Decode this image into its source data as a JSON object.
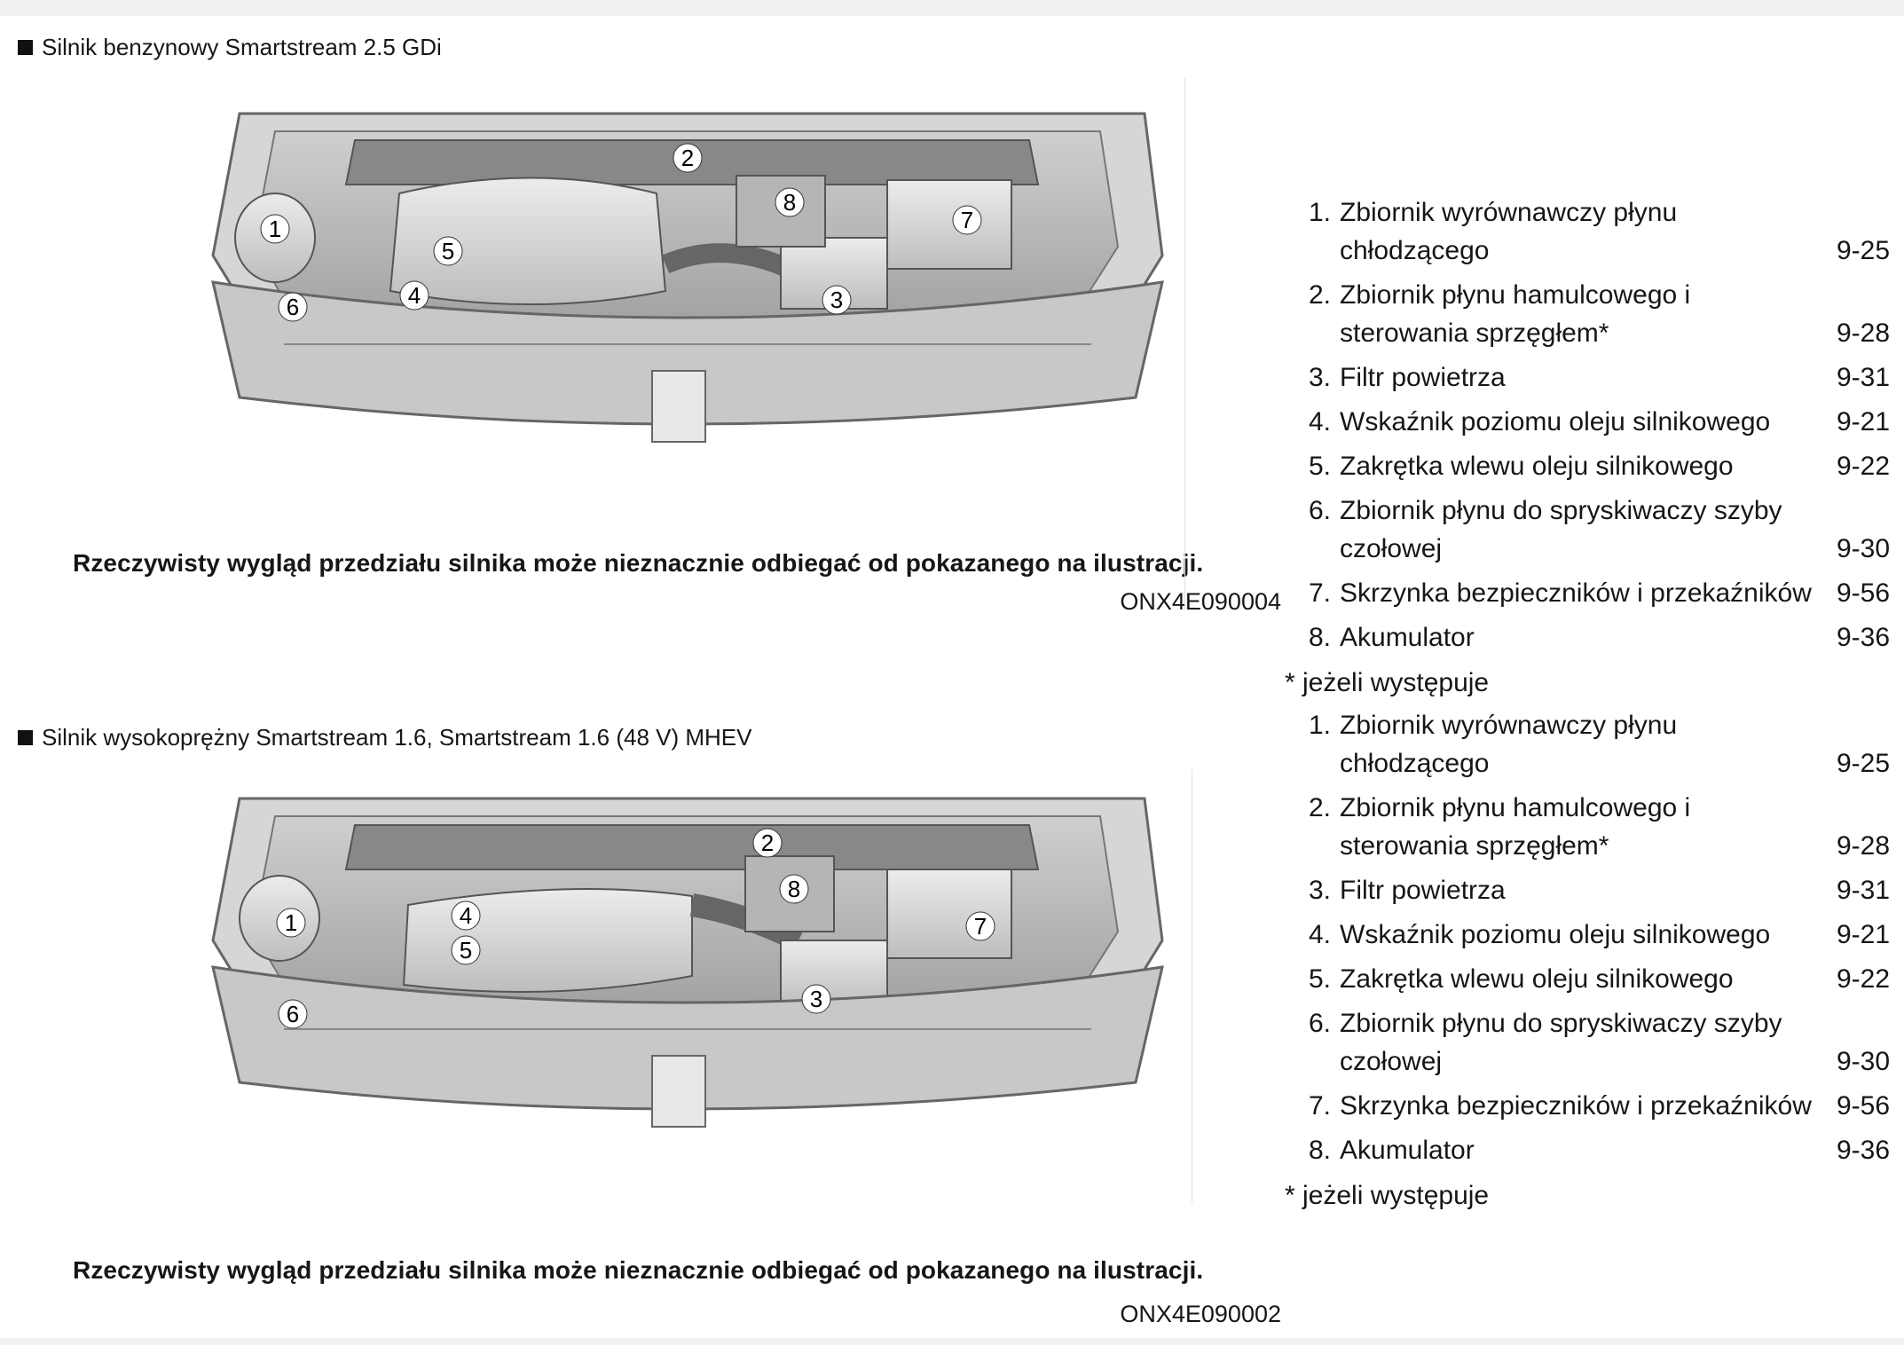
{
  "sections": [
    {
      "heading": "Silnik benzynowy Smartstream 2.5 GDi",
      "caption": "Rzeczywisty wygląd przedziału silnika może nieznacznie odbiegać od pokazanego na ilustracji.",
      "code": "ONX4E090004",
      "callouts": [
        "1",
        "2",
        "3",
        "4",
        "5",
        "6",
        "7",
        "8"
      ],
      "items": [
        {
          "num": "1.",
          "label": "Zbiornik wyrównawczy płynu chłodzącego",
          "page": "9-25"
        },
        {
          "num": "2.",
          "label": "Zbiornik płynu hamulcowego i sterowania sprzęgłem*",
          "page": "9-28"
        },
        {
          "num": "3.",
          "label": "Filtr powietrza",
          "page": "9-31"
        },
        {
          "num": "4.",
          "label": "Wskaźnik poziomu oleju silnikowego",
          "page": "9-21"
        },
        {
          "num": "5.",
          "label": "Zakrętka wlewu oleju silnikowego",
          "page": "9-22"
        },
        {
          "num": "6.",
          "label": "Zbiornik płynu do spryskiwaczy szyby czołowej",
          "page": "9-30"
        },
        {
          "num": "7.",
          "label": "Skrzynka bezpieczników i przekaźników",
          "page": "9-56"
        },
        {
          "num": "8.",
          "label": "Akumulator",
          "page": "9-36"
        }
      ],
      "note": "* jeżeli występuje"
    },
    {
      "heading": "Silnik wysokoprężny Smartstream 1.6, Smartstream 1.6 (48 V) MHEV",
      "caption": "Rzeczywisty wygląd przedziału silnika może nieznacznie odbiegać od pokazanego na ilustracji.",
      "code": "ONX4E090002",
      "callouts": [
        "1",
        "2",
        "3",
        "4",
        "5",
        "6",
        "7",
        "8"
      ],
      "items": [
        {
          "num": "1.",
          "label": "Zbiornik wyrównawczy płynu chłodzącego",
          "page": "9-25"
        },
        {
          "num": "2.",
          "label": "Zbiornik płynu hamulcowego i sterowania sprzęgłem*",
          "page": "9-28"
        },
        {
          "num": "3.",
          "label": "Filtr powietrza",
          "page": "9-31"
        },
        {
          "num": "4.",
          "label": "Wskaźnik poziomu oleju silnikowego",
          "page": "9-21"
        },
        {
          "num": "5.",
          "label": "Zakrętka wlewu oleju silnikowego",
          "page": "9-22"
        },
        {
          "num": "6.",
          "label": "Zbiornik płynu do spryskiwaczy szyby czołowej",
          "page": "9-30"
        },
        {
          "num": "7.",
          "label": "Skrzynka bezpieczników i przekaźników",
          "page": "9-56"
        },
        {
          "num": "8.",
          "label": "Akumulator",
          "page": "9-36"
        }
      ],
      "note": "* jeżeli występuje"
    }
  ]
}
